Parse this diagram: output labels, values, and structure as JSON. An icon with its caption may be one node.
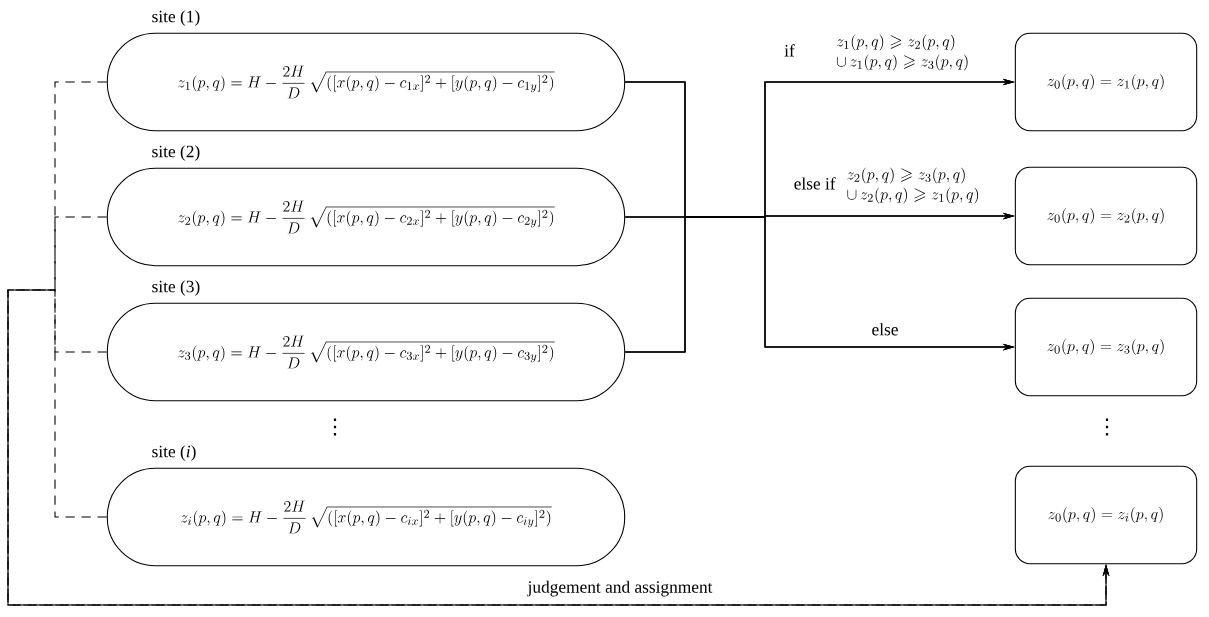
{
  "diagram": {
    "nodes": [
      {
        "text": [
          "site (1)",
          "z_{1}(p, q)=H-\\frac{2H}{D}\\,\\sqrt{([x(p, q)-c_{1x}]^{2}+[y(p, q)-c_{1y}]^{2})}"
        ]
      },
      {
        "text": [
          "site (2)",
          "z_{2}(p, q)=H-\\frac{2H}{D}\\,\\sqrt{([x(p, q)-c_{2x}]^{2}+[y(p, q)-c_{2y}]^{2})}"
        ]
      },
      {
        "text": [
          "site (3)",
          "z_{3}(p, q)=H-\\frac{2H}{D}\\,\\sqrt{([x(p, q)-c_{3x}]^{2}+[y(p, q)-c_{3y}]^{2})}"
        ]
      },
      {
        "text": [
          "site (*i*)",
          "z_{i}(p, q)=H-\\frac{2H}{D}\\,\\sqrt{([x(p, q)-c_{ix}]^{2}+[y(p, q)-c_{iy}]^{2})}"
        ]
      },
      {
        "text": [
          "z_{0}(p, q)=z_{1}(p, q)"
        ]
      },
      {
        "text": [
          "z_{0}(p, q)=z_{2}(p, q)"
        ]
      },
      {
        "text": [
          "z_{0}(p, q)=z_{3}(p, q)"
        ]
      },
      {
        "text": [
          "z_{0}(p, q)=z_{i}(p, q)"
        ]
      }
    ],
    "edges": [
      {
        "from": 0,
        "to": 4,
        "arrow": "to"
      },
      {
        "from": 0,
        "to": 5,
        "arrow": "to"
      },
      {
        "from": 0,
        "to": 6,
        "arrow": "to"
      },
      {
        "from": 1,
        "to": 4,
        "arrow": "to",
        "label": "\\mbox{if}\\qquad\\begin{array}{l}z_{1}(p, q)\\geqslant z_{2}(p, q)\\\\ \\cup\\, z_{1}(p, q)\\geqslant z_{3}(p, q)\\end{array}"
      },
      {
        "from": 1,
        "to": 5,
        "arrow": "to",
        "label": "\\mbox{else if}\\ \\begin{array}{l}z_{2}(p, q)\\geqslant z_{3}(p, q)\\\\ \\cup\\, z_{2}(p, q)\\geqslant z_{1}(p, q)\\end{array}"
      },
      {
        "from": 1,
        "to": 6,
        "arrow": "to",
        "label": "\\mbox{else}"
      },
      {
        "from": 2,
        "to": 4,
        "arrow": "to"
      },
      {
        "from": 2,
        "to": 5,
        "arrow": "to"
      },
      {
        "from": 2,
        "to": 6,
        "arrow": "to"
      },
      {
        "from": 0,
        "to": 7,
        "arrow": "to",
        "style": "dashed"
      },
      {
        "from": 1,
        "to": 7,
        "arrow": "to",
        "style": "dashed"
      },
      {
        "from": 2,
        "to": 7,
        "arrow": "to",
        "style": "dashed"
      },
      {
        "from": 3,
        "to": 7,
        "arrow": "to",
        "style": "dashed",
        "label": "judgement and assignment"
      }
    ],
    "labels": [
      "⋮",
      "⋮"
    ]
  }
}
